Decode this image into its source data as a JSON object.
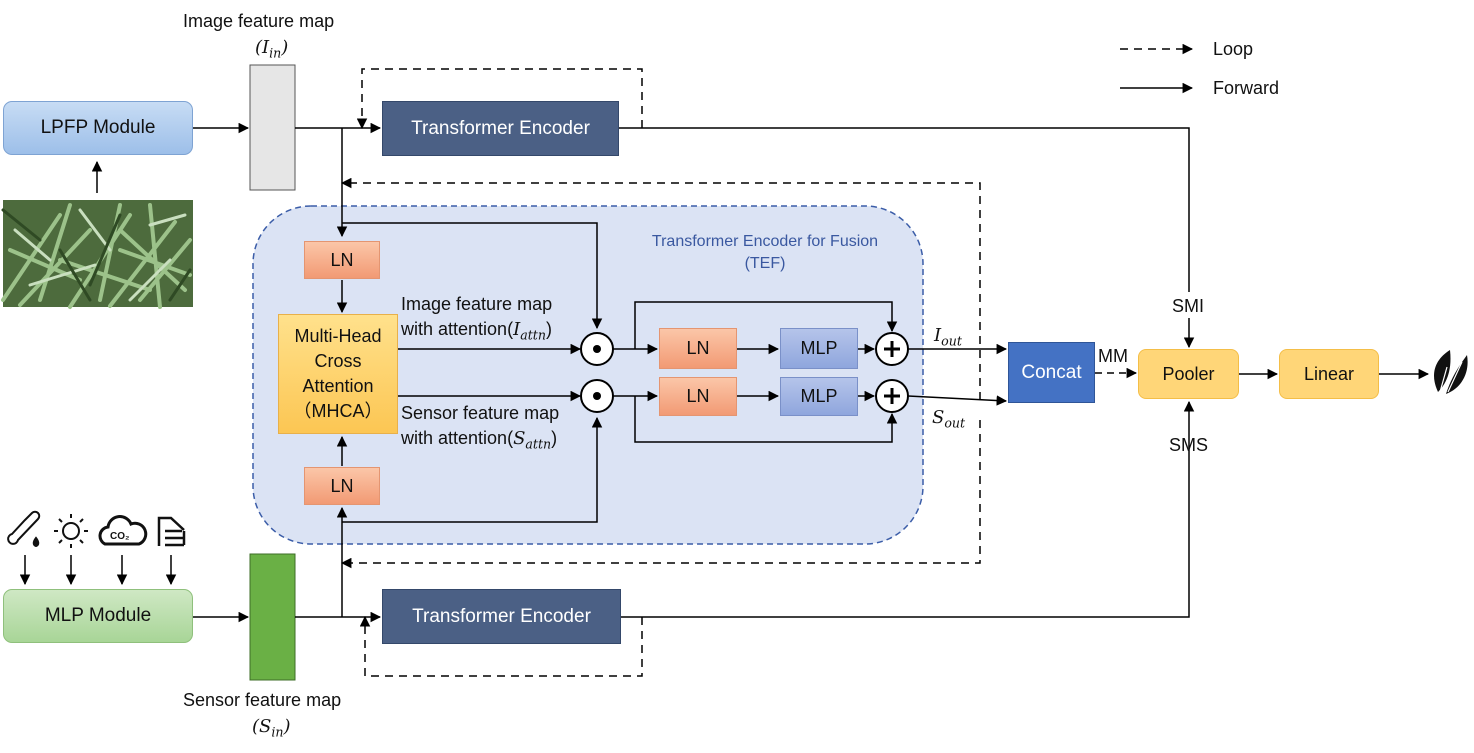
{
  "legend": {
    "loop": "Loop",
    "forward": "Forward"
  },
  "input_top": {
    "title": "Image feature map",
    "symbol": "I",
    "sub": "in"
  },
  "input_bottom": {
    "title": "Sensor feature map",
    "symbol": "S",
    "sub": "in"
  },
  "modules": {
    "lpfp": "LPFP Module",
    "mlp": "MLP Module"
  },
  "encoders": {
    "top": "Transformer Encoder",
    "bottom": "Transformer Encoder"
  },
  "tef": {
    "title": "Transformer Encoder for Fusion",
    "abbr": "(TEF)",
    "ln": "LN",
    "mlp": "MLP",
    "mhca_lines": [
      "Multi-Head",
      "Cross",
      "Attention",
      "（MHCA）"
    ],
    "image_attn_line1": "Image feature map",
    "image_attn_line2": "with attention(",
    "image_attn_symbol": "I",
    "image_attn_sub": "attn",
    "sensor_attn_line1": "Sensor feature map",
    "sensor_attn_line2": "with attention(",
    "sensor_attn_symbol": "S",
    "sensor_attn_sub": "attn",
    "close_paren": ")"
  },
  "outputs": {
    "i_symbol": "I",
    "i_sub": "out",
    "s_symbol": "S",
    "s_sub": "out"
  },
  "fusion": {
    "concat": "Concat",
    "mm": "MM",
    "pooler": "Pooler",
    "linear": "Linear",
    "smi": "SMI",
    "sms": "SMS"
  },
  "icons": [
    "crop-photo",
    "thermometer-icon",
    "sun-icon",
    "co2-cloud-icon",
    "soil-sensor-icon",
    "leaves-icon",
    "dot-product-icon",
    "add-icon"
  ],
  "colors": {
    "tef_bg": "#dbe3f4",
    "tef_border": "#3b5da8",
    "encoder": "#4b6085",
    "ln": "#f6a98a",
    "mlp": "#9fb2e2",
    "mhca": "#ffd46b",
    "concat": "#4472c4",
    "pooler": "#ffd678",
    "lpfp": "#a9c8ee",
    "mlp_module": "#b3dba4",
    "image_map": "#e6e6e6",
    "sensor_map": "#6ab045"
  }
}
